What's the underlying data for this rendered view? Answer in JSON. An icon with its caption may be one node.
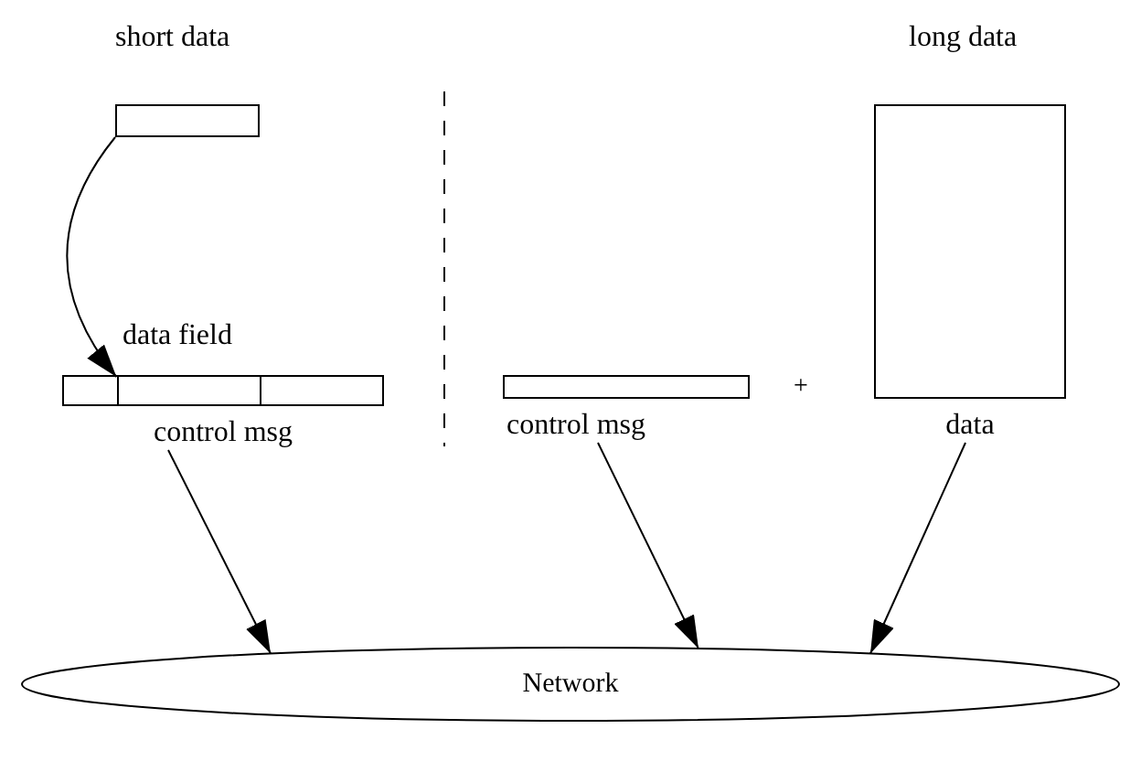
{
  "diagram": {
    "nodes": [
      {
        "text": [],
        "shape": "box"
      },
      {
        "text": [],
        "shape": "bar",
        "beside": [
          "control msg"
        ]
      },
      {
        "text": [],
        "shape": "box",
        "in": 1,
        "beside": [
          "data field"
        ]
      },
      {
        "text": [],
        "shape": "bar",
        "beside": [
          "control msg"
        ]
      },
      {
        "text": [],
        "shape": "box",
        "beside": [
          "data"
        ]
      },
      {
        "text": [
          "Network"
        ]
      }
    ],
    "edges": [
      {
        "from": 0,
        "to": 2,
        "arrow": "to"
      },
      {
        "from": 1,
        "to": 5,
        "arrow": "to"
      },
      {
        "from": 3,
        "to": 5,
        "arrow": "to"
      },
      {
        "from": 4,
        "to": 5,
        "arrow": "to"
      }
    ],
    "labels": [
      "short data",
      "long data",
      "+"
    ]
  }
}
